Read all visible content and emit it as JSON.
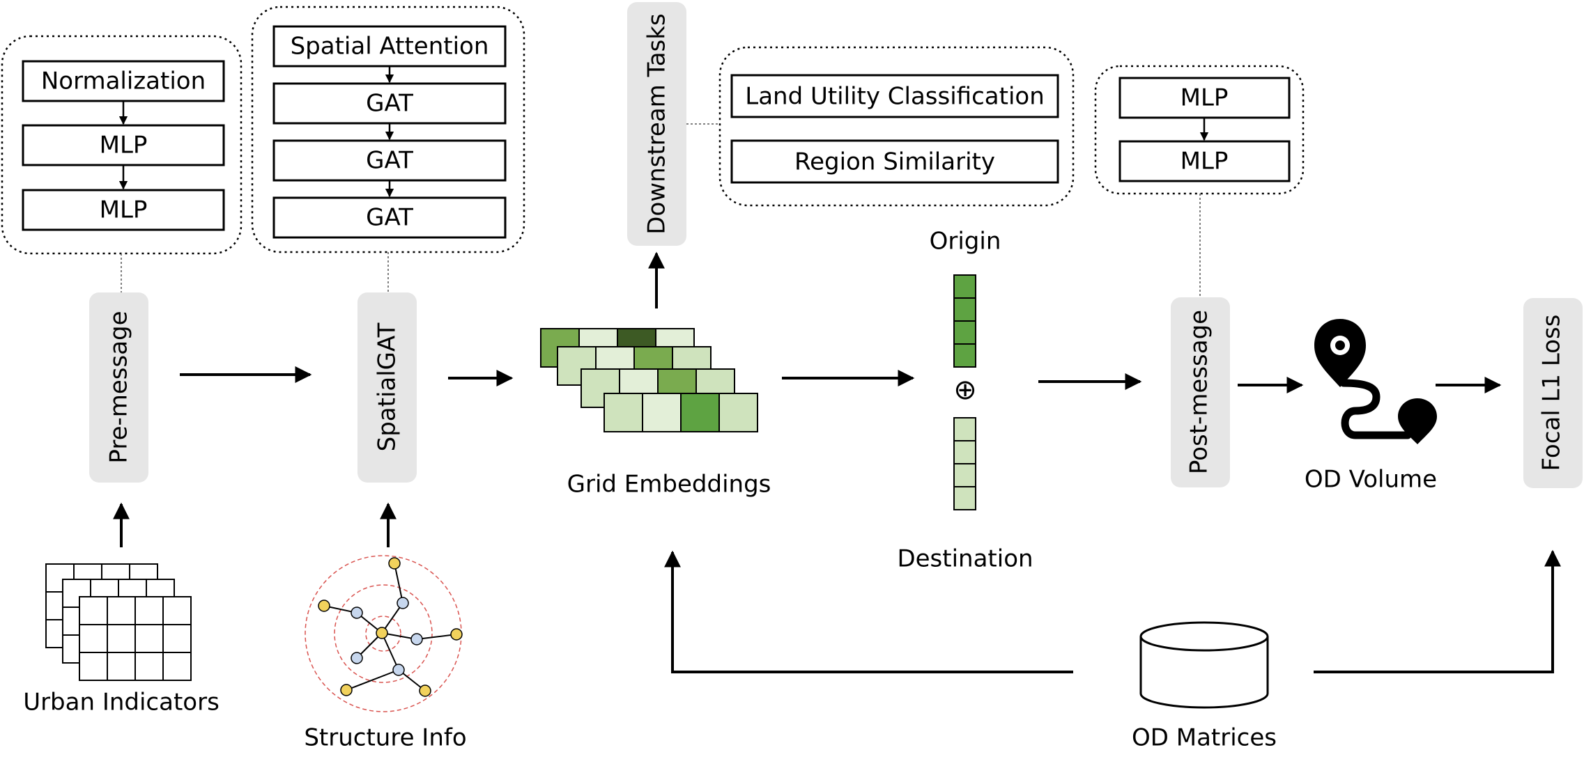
{
  "pre_message_block": {
    "label": "Pre-message",
    "layers": [
      "Normalization",
      "MLP",
      "MLP"
    ]
  },
  "spatial_gat_block": {
    "label": "SpatialGAT",
    "layers": [
      "Spatial Attention",
      "GAT",
      "GAT",
      "GAT"
    ]
  },
  "downstream": {
    "label": "Downstream Tasks",
    "tasks": [
      "Land Utility Classification",
      "Region Similarity"
    ]
  },
  "post_message_block": {
    "label": "Post-message",
    "layers": [
      "MLP",
      "MLP"
    ]
  },
  "loss": {
    "label": "Focal L1 Loss"
  },
  "inputs": {
    "urban_indicators": "Urban Indicators",
    "structure_info": "Structure Info",
    "od_matrices": "OD Matrices"
  },
  "embeddings": {
    "grid_label": "Grid Embeddings",
    "origin_label": "Origin",
    "destination_label": "Destination",
    "concat_symbol": "⊕"
  },
  "od_volume": {
    "label": "OD Volume",
    "icon": "route-pin-icon"
  },
  "colors": {
    "pill_gray": "#e6e6e6",
    "green_dark": "#3d5a24",
    "green_mid": "#7aab4f",
    "green_main": "#5ea342",
    "green_light": "#cfe3bd",
    "green_pale": "#e3efd8",
    "node_yellow": "#f2d25c",
    "node_blue": "#c7d7ee",
    "ring_red": "#d9534f"
  }
}
